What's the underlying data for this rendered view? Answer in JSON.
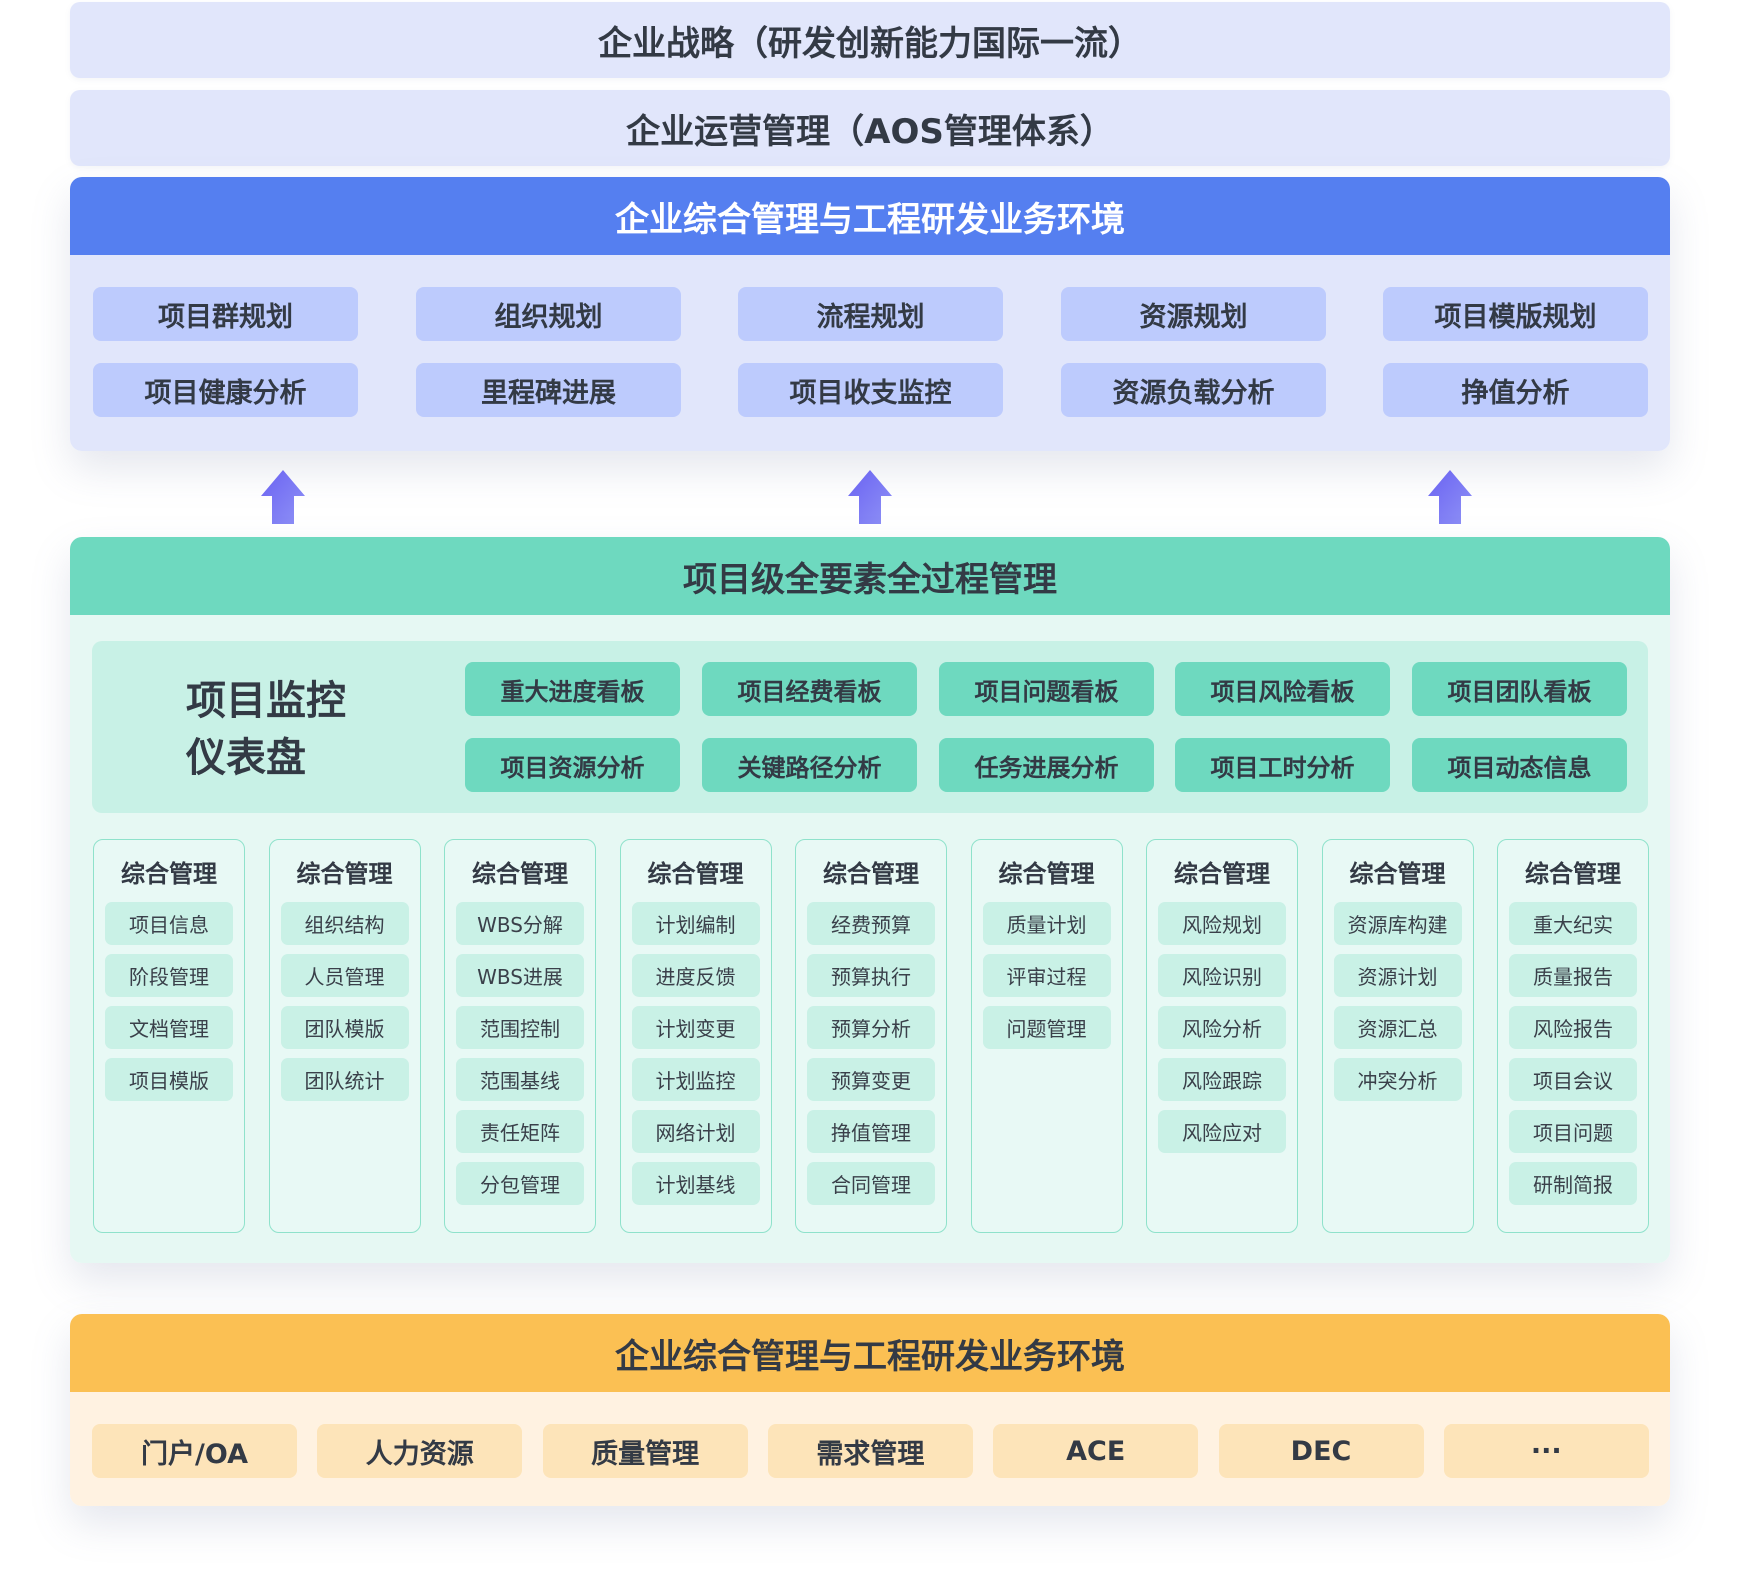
{
  "layers": {
    "strategy": "企业战略（研发创新能力国际一流）",
    "operations": "企业运营管理（AOS管理体系）"
  },
  "enterprise_env": {
    "title": "企业综合管理与工程研发业务环境",
    "color": "#557ff0",
    "row1": [
      "项目群规划",
      "组织规划",
      "流程规划",
      "资源规划",
      "项目模版规划"
    ],
    "row2": [
      "项目健康分析",
      "里程碑进展",
      "项目收支监控",
      "资源负载分析",
      "挣值分析"
    ]
  },
  "arrows": [
    "arrow-up",
    "arrow-up",
    "arrow-up"
  ],
  "project_level": {
    "title": "项目级全要素全过程管理",
    "color": "#6ed9bf",
    "dashboard": {
      "title_line1": "项目监控",
      "title_line2": "仪表盘",
      "row1": [
        "重大进度看板",
        "项目经费看板",
        "项目问题看板",
        "项目风险看板",
        "项目团队看板"
      ],
      "row2": [
        "项目资源分析",
        "关键路径分析",
        "任务进展分析",
        "项目工时分析",
        "项目动态信息"
      ]
    },
    "modules": [
      {
        "title": "综合管理",
        "items": [
          "项目信息",
          "阶段管理",
          "文档管理",
          "项目模版"
        ]
      },
      {
        "title": "综合管理",
        "items": [
          "组织结构",
          "人员管理",
          "团队模版",
          "团队统计"
        ]
      },
      {
        "title": "综合管理",
        "items": [
          "WBS分解",
          "WBS进展",
          "范围控制",
          "范围基线",
          "责任矩阵",
          "分包管理"
        ]
      },
      {
        "title": "综合管理",
        "items": [
          "计划编制",
          "进度反馈",
          "计划变更",
          "计划监控",
          "网络计划",
          "计划基线"
        ]
      },
      {
        "title": "综合管理",
        "items": [
          "经费预算",
          "预算执行",
          "预算分析",
          "预算变更",
          "挣值管理",
          "合同管理"
        ]
      },
      {
        "title": "综合管理",
        "items": [
          "质量计划",
          "评审过程",
          "问题管理"
        ]
      },
      {
        "title": "综合管理",
        "items": [
          "风险规划",
          "风险识别",
          "风险分析",
          "风险跟踪",
          "风险应对"
        ]
      },
      {
        "title": "综合管理",
        "items": [
          "资源库构建",
          "资源计划",
          "资源汇总",
          "冲突分析"
        ]
      },
      {
        "title": "综合管理",
        "items": [
          "重大纪实",
          "质量报告",
          "风险报告",
          "项目会议",
          "项目问题",
          "研制简报"
        ]
      }
    ]
  },
  "business_env": {
    "title": "企业综合管理与工程研发业务环境",
    "color": "#fbc053",
    "items": [
      "门户/OA",
      "人力资源",
      "质量管理",
      "需求管理",
      "ACE",
      "DEC",
      "···"
    ]
  }
}
